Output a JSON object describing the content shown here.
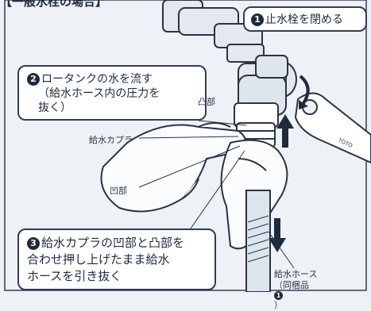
{
  "title": "【一般水栓の場合】",
  "steps": {
    "step1": {
      "num": "1",
      "text": "止水栓を閉める"
    },
    "step2": {
      "num": "2",
      "line1": "ロータンクの水を流す",
      "line2": "（給水ホース内の圧力を",
      "line3": "抜く）"
    },
    "step3": {
      "num": "3",
      "line1": "給水カプラの凹部と凸部を",
      "line2": "合わせ押し上げたまま給水",
      "line3": "ホースを引き抜く"
    }
  },
  "labels": {
    "convex": "凸部",
    "coupler": "給水カプラ",
    "concave": "凹部",
    "hose_line1": "給水ホース",
    "hose_line2": "（同梱品",
    "hose_badge": "1",
    "hose_close": "）"
  },
  "wrench_brand": "TOTO",
  "colors": {
    "background": "#eef2f6",
    "ink": "#1f2a3c",
    "pipe_fill": "#e4e9ef",
    "hose_fill": "#dde5ec",
    "arrow": "#1f2a3c"
  }
}
